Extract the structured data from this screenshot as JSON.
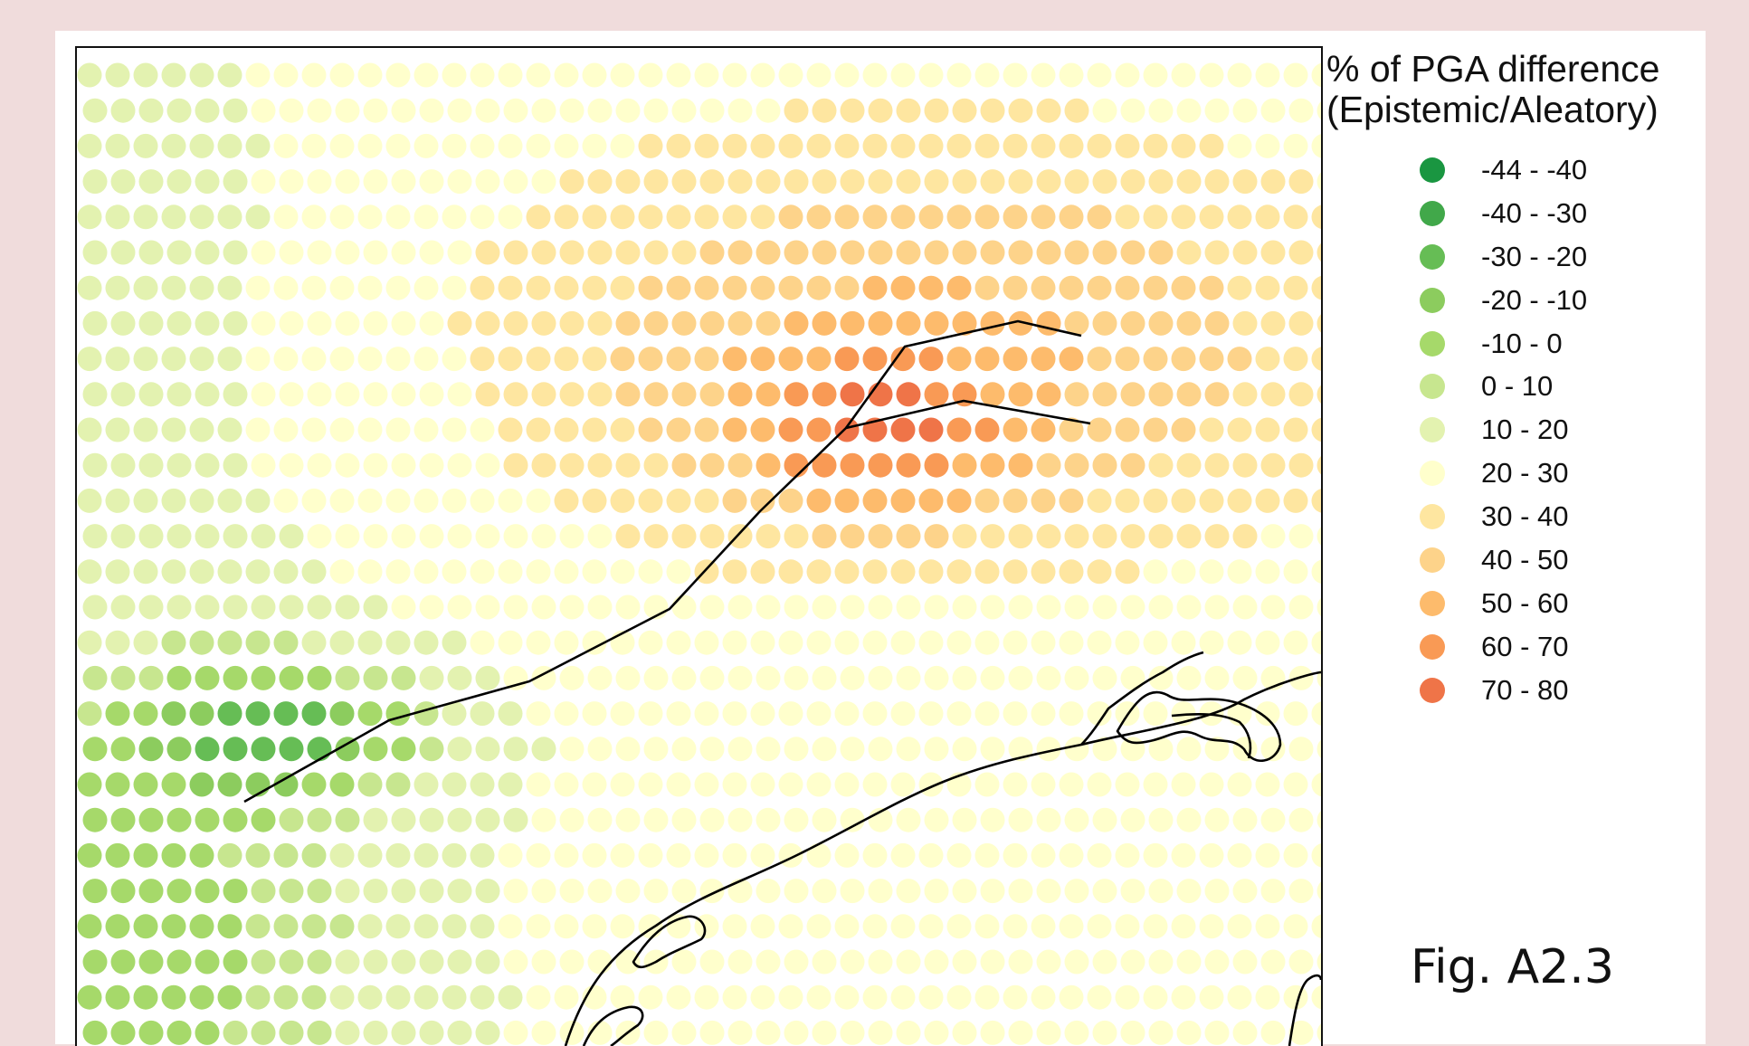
{
  "legend": {
    "title_line1": "% of PGA difference",
    "title_line2": "(Epistemic/Aleatory)",
    "items": [
      {
        "label": "-44 - -40",
        "color": "#1a9641"
      },
      {
        "label": "-40 - -30",
        "color": "#41a84a"
      },
      {
        "label": "-30 - -20",
        "color": "#66bd55"
      },
      {
        "label": "-20 - -10",
        "color": "#8ccc5e"
      },
      {
        "label": "-10 - 0",
        "color": "#a6d96a"
      },
      {
        "label": "0 - 10",
        "color": "#c7e68f"
      },
      {
        "label": "10 - 20",
        "color": "#e3f2b0"
      },
      {
        "label": "20 - 30",
        "color": "#ffffcc"
      },
      {
        "label": "30 - 40",
        "color": "#fee6a0"
      },
      {
        "label": "40 - 50",
        "color": "#fdd38a"
      },
      {
        "label": "50 - 60",
        "color": "#fdbb6c"
      },
      {
        "label": "60 - 70",
        "color": "#f99a55"
      },
      {
        "label": "70 - 80",
        "color": "#ef7448"
      }
    ]
  },
  "figure_label": "Fig. A2.3"
}
